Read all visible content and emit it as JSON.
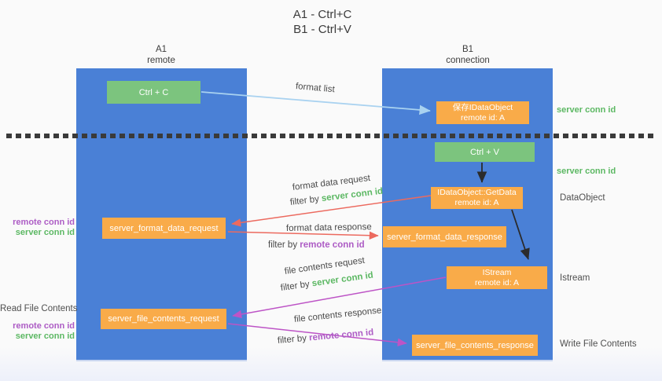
{
  "title": {
    "line1": "A1 - Ctrl+C",
    "line2": "B1 - Ctrl+V"
  },
  "lanes": {
    "left": {
      "name": "A1",
      "sub": "remote"
    },
    "right": {
      "name": "B1",
      "sub": "connection"
    }
  },
  "boxes": {
    "ctrl_c": {
      "label": "Ctrl + C"
    },
    "ctrl_v": {
      "label": "Ctrl + V"
    },
    "save_dataobject": {
      "line1": "保存IDataObject",
      "line2": "remote id: A"
    },
    "getdata": {
      "line1": "IDataObject::GetData",
      "line2": "remote id: A"
    },
    "istream": {
      "line1": "IStream",
      "line2": "remote id: A"
    },
    "format_request": {
      "label": "server_format_data_request"
    },
    "format_response": {
      "label": "server_format_data_response"
    },
    "file_request": {
      "label": "server_file_contents_request"
    },
    "file_response": {
      "label": "server_file_contents_response"
    }
  },
  "side_labels": {
    "server_conn_top": "server conn id",
    "server_conn_mid": "server conn id",
    "dataobject": "DataObject",
    "istream": "Istream",
    "write_file": "Write File Contents",
    "read_file": "Read File Contents",
    "group1_remote": "remote conn id",
    "group1_server": "server conn id",
    "group2_remote": "remote conn id",
    "group2_server": "server conn id"
  },
  "arrow_labels": {
    "format_list": "format list",
    "format_request": "format data request",
    "format_request_filter": {
      "prefix": "filter by ",
      "emph": "server conn id"
    },
    "format_response": "format data response",
    "format_response_filter": {
      "prefix": "filter by ",
      "emph": "remote conn id"
    },
    "file_request": "file contents request",
    "file_request_filter": {
      "prefix": "filter by ",
      "emph": "server conn id"
    },
    "file_response": "file contents response",
    "file_response_filter": {
      "prefix": "filter by ",
      "emph": "remote conn id"
    }
  },
  "colors": {
    "lane_blue": "#4a80d6",
    "box_green": "#7cc47e",
    "box_orange": "#f9ab49",
    "arrow_red": "#ec6a5f",
    "arrow_purple": "#bd54c6",
    "arrow_blue": "#a9d2f0",
    "arrow_black": "#2b2b2b",
    "text_green": "#5cb863",
    "text_purple": "#ad5cc5",
    "text_dark": "#3d3d3d"
  }
}
